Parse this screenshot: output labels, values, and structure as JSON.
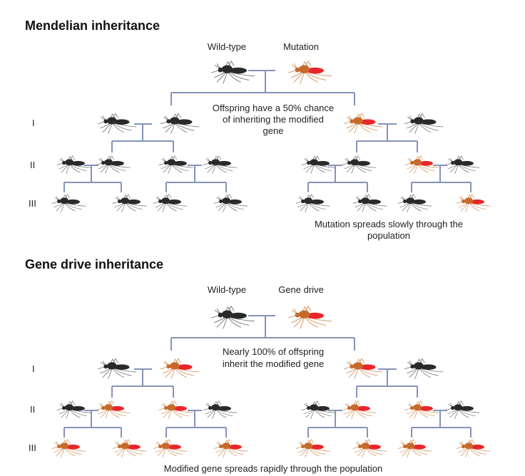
{
  "colors": {
    "line": "#8593b8",
    "wild_body": "#2a2a2a",
    "wild_leg": "#7a7a7a",
    "mod_body": "#c8692c",
    "mod_abdomen": "#e8262a",
    "mod_leg": "#d4955e"
  },
  "mendelian": {
    "title": "Mendelian inheritance",
    "parent_labels": [
      "Wild-type",
      "Mutation"
    ],
    "parents": [
      "wild",
      "mod"
    ],
    "offspring_note": [
      "Offspring have a 50% chance",
      "of inheriting the modified",
      "gene"
    ],
    "generation_labels": [
      "I",
      "II",
      "III"
    ],
    "gen1": [
      "wild",
      "wild",
      "mod",
      "wild"
    ],
    "gen2": [
      "wild",
      "wild",
      "wild",
      "wild",
      "wild",
      "wild",
      "mod",
      "wild"
    ],
    "gen3": [
      "wild",
      "wild",
      "wild",
      "wild",
      "wild",
      "wild",
      "wild",
      "mod"
    ],
    "caption": [
      "Mutation spreads slowly through the",
      "population"
    ]
  },
  "gene_drive": {
    "title": "Gene drive inheritance",
    "parent_labels": [
      "Wild-type",
      "Gene drive"
    ],
    "parents": [
      "wild",
      "mod"
    ],
    "offspring_note": [
      "Nearly 100% of offspring",
      "inherit the modified gene"
    ],
    "generation_labels": [
      "I",
      "II",
      "III"
    ],
    "gen1": [
      "wild",
      "mod",
      "mod",
      "wild"
    ],
    "gen2": [
      "wild",
      "mod",
      "mod",
      "wild",
      "wild",
      "mod",
      "mod",
      "wild"
    ],
    "gen3": [
      "mod",
      "mod",
      "mod",
      "mod",
      "mod",
      "mod",
      "mod",
      "mod"
    ],
    "caption": [
      "Modified gene spreads rapidly through the population"
    ]
  }
}
